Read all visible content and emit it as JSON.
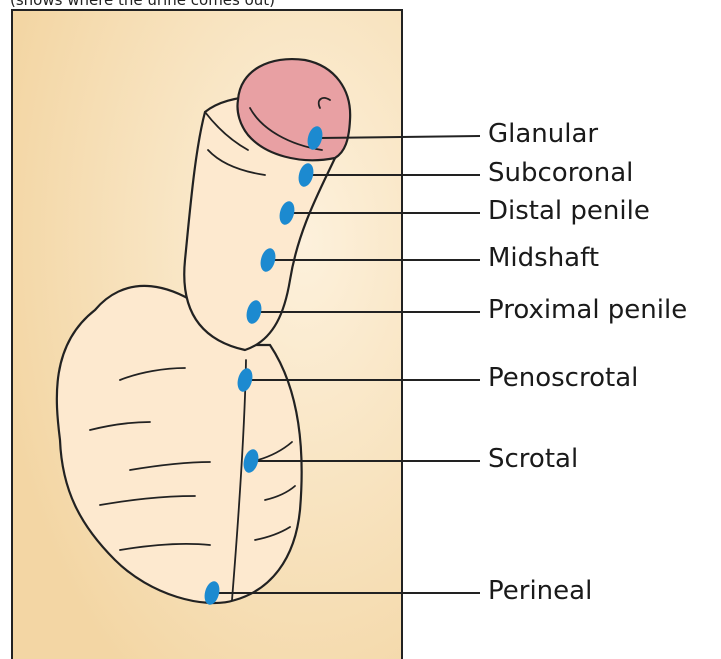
{
  "caption": "(shows where the urine comes out)",
  "colors": {
    "background": "#f5dcae",
    "skin": "#fde9cf",
    "glans": "#e8a0a3",
    "marker": "#1c8ad0",
    "outline": "#222222"
  },
  "locations": [
    {
      "id": "glanular",
      "label": "Glanular"
    },
    {
      "id": "subcoronal",
      "label": "Subcoronal"
    },
    {
      "id": "distal-penile",
      "label": "Distal penile"
    },
    {
      "id": "midshaft",
      "label": "Midshaft"
    },
    {
      "id": "proximal-penile",
      "label": "Proximal penile"
    },
    {
      "id": "penoscrotal",
      "label": "Penoscrotal"
    },
    {
      "id": "scrotal",
      "label": "Scrotal"
    },
    {
      "id": "perineal",
      "label": "Perineal"
    }
  ]
}
